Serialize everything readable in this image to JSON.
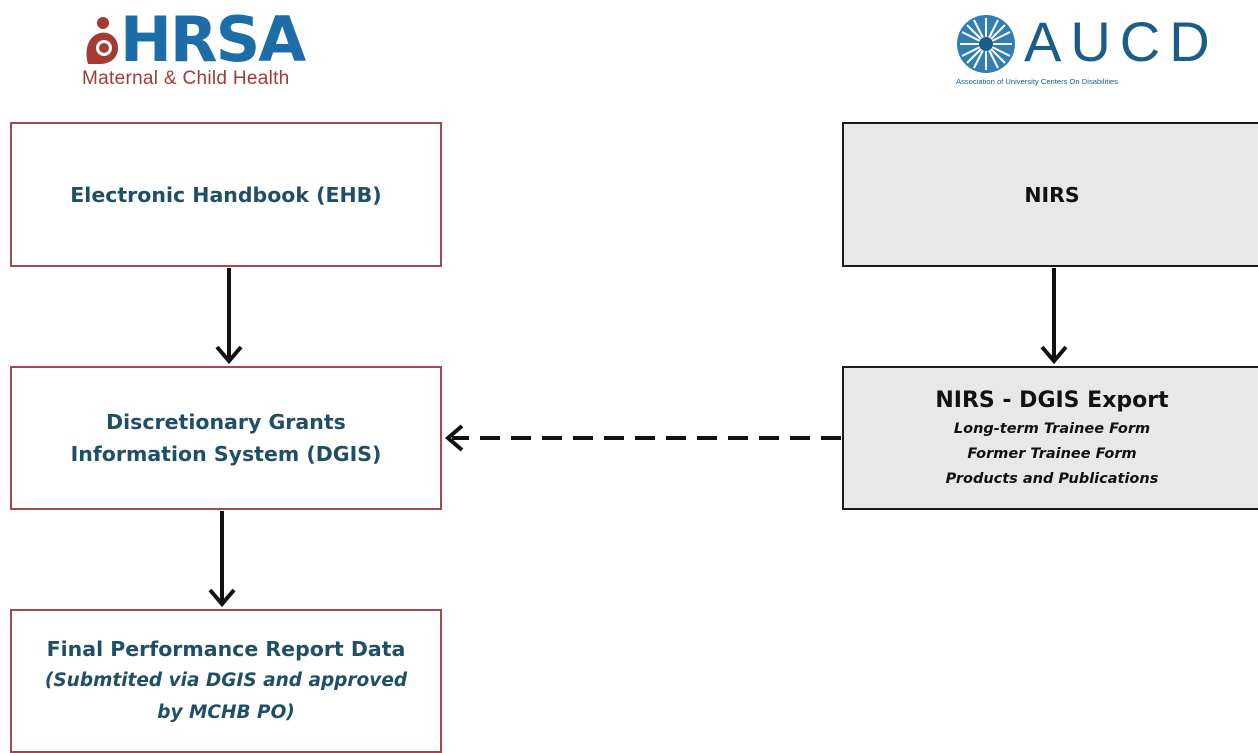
{
  "logos": {
    "hrsa": {
      "wordmark": "HRSA",
      "subtitle": "Maternal & Child Health"
    },
    "aucd": {
      "wordmark": "AUCD",
      "subtitle": "Association of University Centers On Disabilities"
    }
  },
  "nodes": {
    "ehb": {
      "title": "Electronic Handbook (EHB)"
    },
    "dgis": {
      "title_line1": "Discretionary Grants",
      "title_line2": "Information System (DGIS)"
    },
    "fpr": {
      "title": "Final Performance Report Data",
      "note_line1": "(Submtited via DGIS and approved",
      "note_line2": "by MCHB PO)"
    },
    "nirs": {
      "title": "NIRS"
    },
    "export": {
      "title": "NIRS - DGIS Export",
      "items": [
        "Long-term Trainee Form",
        "Former Trainee Form",
        "Products and Publications"
      ]
    }
  },
  "edges": [
    {
      "from": "ehb",
      "to": "dgis",
      "style": "solid"
    },
    {
      "from": "dgis",
      "to": "fpr",
      "style": "solid"
    },
    {
      "from": "nirs",
      "to": "export",
      "style": "solid"
    },
    {
      "from": "export",
      "to": "dgis",
      "style": "dashed"
    }
  ],
  "colors": {
    "red_border": "#a14850",
    "teal_text": "#1f4f66",
    "grey_fill": "#e8e8e8",
    "hrsa_blue": "#1d6ea8",
    "hrsa_red": "#a53a35",
    "aucd_blue": "#1a5c8a"
  }
}
